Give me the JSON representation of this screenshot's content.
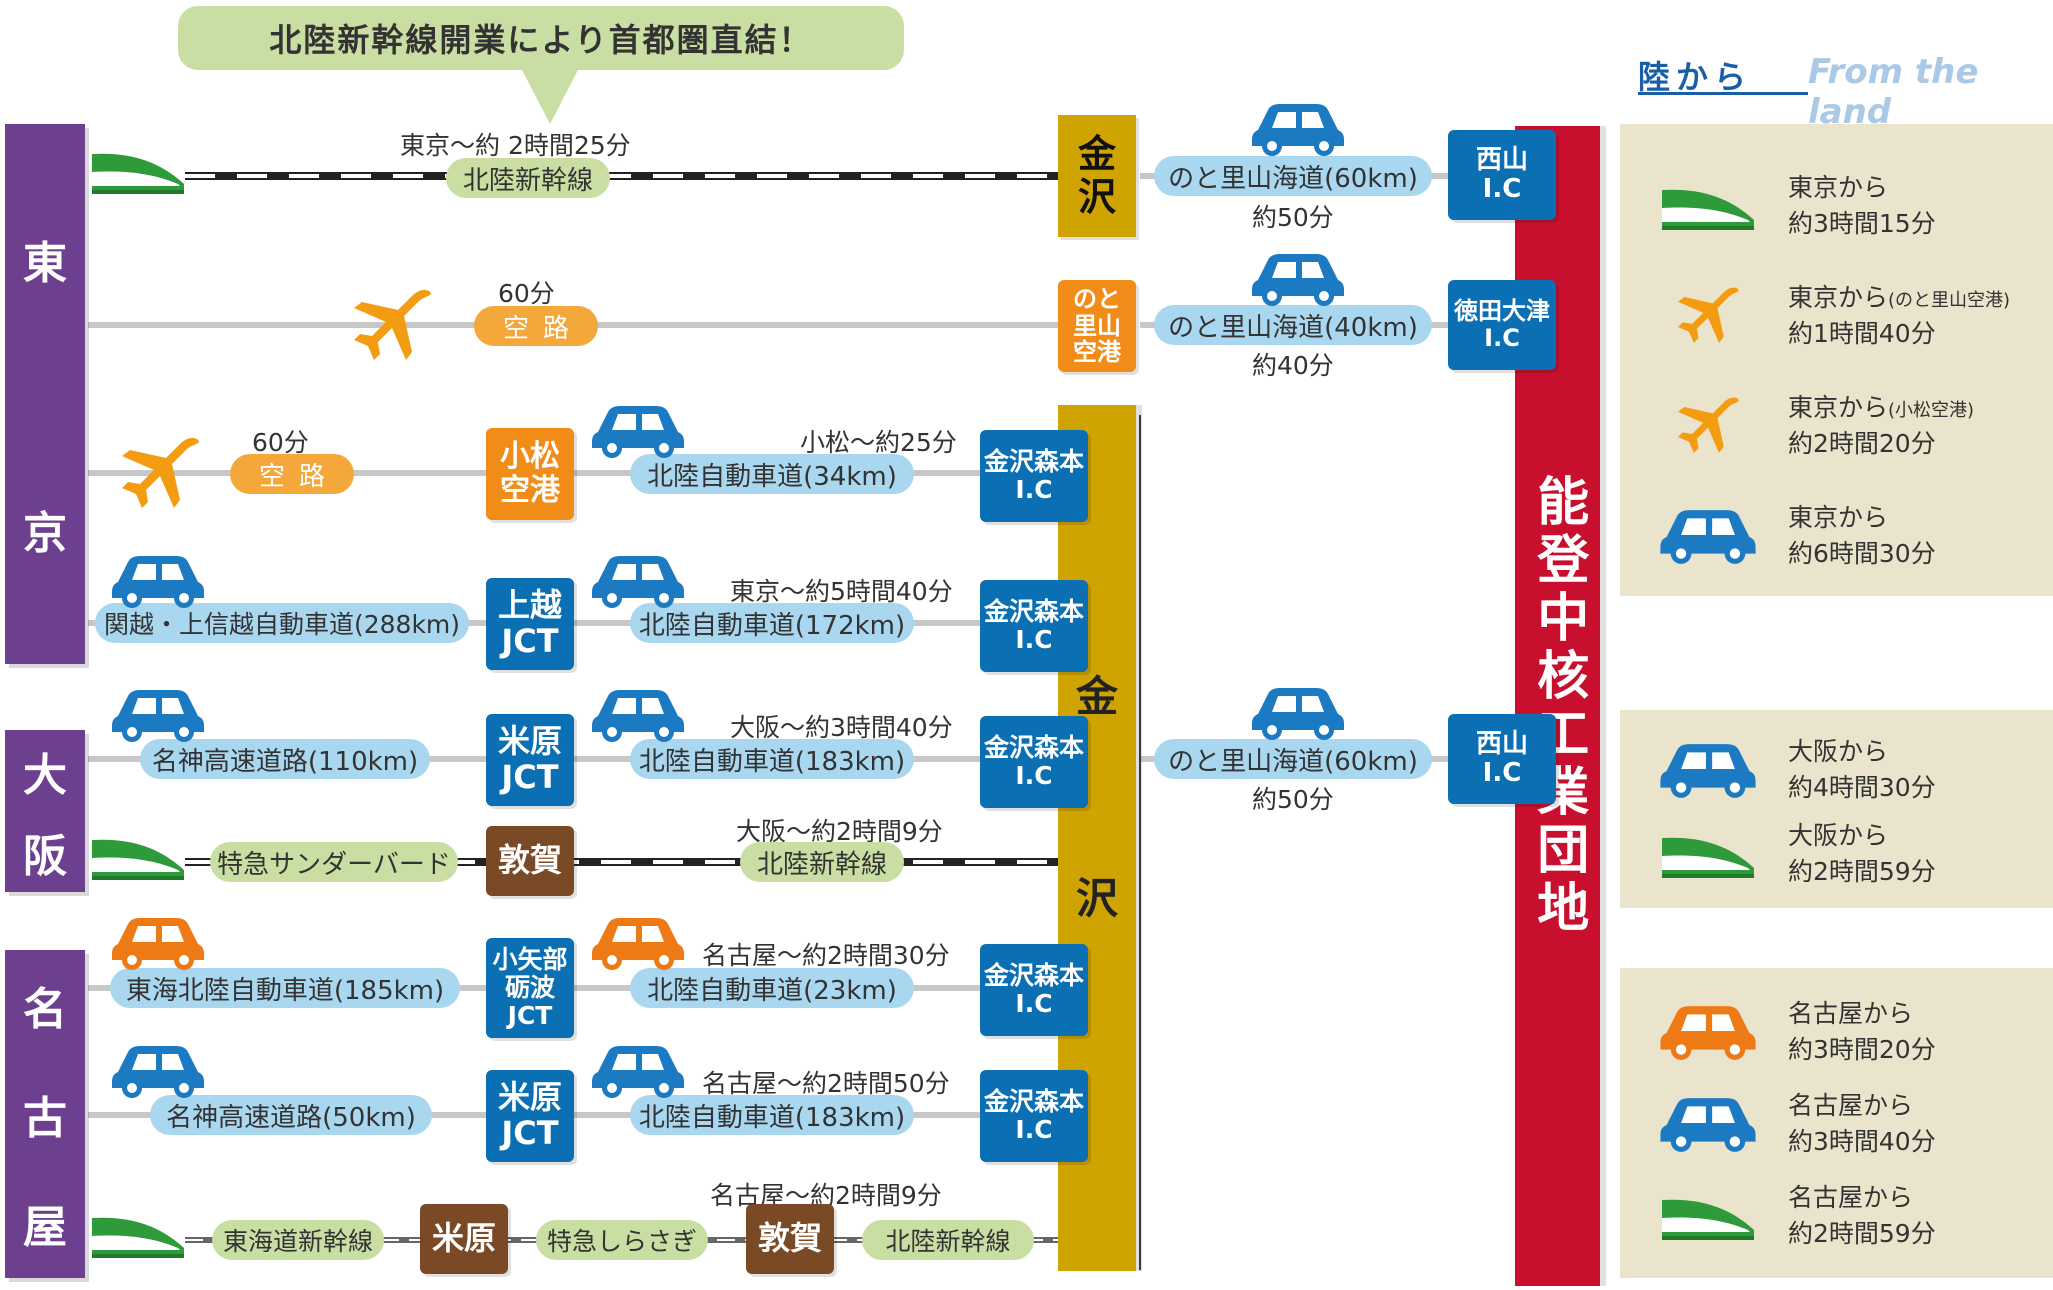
{
  "callout": "北陸新幹線開業により首都圏直結！",
  "cities": {
    "tokyo": [
      "東",
      "京"
    ],
    "osaka": [
      "大",
      "阪"
    ],
    "nagoya": [
      "名",
      "古",
      "屋"
    ]
  },
  "kanazawa_station": [
    "金",
    "沢"
  ],
  "noto_airport": [
    "のと",
    "里山",
    "空港"
  ],
  "kanazawa_bar": [
    "金",
    "沢"
  ],
  "noto": "能登中核工業団地",
  "routes": {
    "r1": {
      "time": "東京～約 2時間25分",
      "pill": "北陸新幹線"
    },
    "r2": {
      "time": "60分",
      "pill": "空路"
    },
    "r3": {
      "time": "60分",
      "pill": "空路",
      "hub": [
        "小松",
        "空港"
      ],
      "time2": "小松～約25分",
      "pill2": "北陸自動車道(34km)"
    },
    "r4": {
      "pill": "関越・上信越自動車道(288km)",
      "hub": [
        "上越",
        "JCT"
      ],
      "time2": "東京～約5時間40分",
      "pill2": "北陸自動車道(172km)"
    },
    "r5": {
      "pill": "名神高速道路(110km)",
      "hub": [
        "米原",
        "JCT"
      ],
      "time2": "大阪～約3時間40分",
      "pill2": "北陸自動車道(183km)"
    },
    "r6": {
      "pill": "特急サンダーバード",
      "hub": "敦賀",
      "time2": "大阪～約2時間9分",
      "pill2": "北陸新幹線"
    },
    "r7": {
      "pill": "東海北陸自動車道(185km)",
      "hub": [
        "小矢部",
        "砺波",
        "JCT"
      ],
      "time2": "名古屋～約2時間30分",
      "pill2": "北陸自動車道(23km)"
    },
    "r8": {
      "pill": "名神高速道路(50km)",
      "hub": [
        "米原",
        "JCT"
      ],
      "time2": "名古屋～約2時間50分",
      "pill2": "北陸自動車道(183km)"
    },
    "r9": {
      "pill": "東海道新幹線",
      "hub": "米原",
      "pill2": "特急しらさぎ",
      "time2": "名古屋～約2時間9分",
      "hub2": "敦賀",
      "pill3": "北陸新幹線"
    }
  },
  "morimoto_ic": [
    "金沢森本",
    "I.C"
  ],
  "final": {
    "f1": {
      "pill": "のと里山海道(60km)",
      "time": "約50分",
      "ic": [
        "西山",
        "I.C"
      ]
    },
    "f2": {
      "pill": "のと里山海道(40km)",
      "time": "約40分",
      "ic": [
        "徳田大津",
        "I.C"
      ]
    },
    "f3": {
      "pill": "のと里山海道(60km)",
      "time": "約50分",
      "ic": [
        "西山",
        "I.C"
      ]
    }
  },
  "legend": {
    "title_jp": "陸から",
    "title_en": "From the land",
    "tokyo": [
      {
        "icon": "train",
        "from": "東京から",
        "note": "",
        "time": "約3時間15分"
      },
      {
        "icon": "plane",
        "from": "東京から",
        "note": "(のと里山空港)",
        "time": "約1時間40分"
      },
      {
        "icon": "plane",
        "from": "東京から",
        "note": "(小松空港)",
        "time": "約2時間20分"
      },
      {
        "icon": "car-blue",
        "from": "東京から",
        "note": "",
        "time": "約6時間30分"
      }
    ],
    "osaka": [
      {
        "icon": "car-blue",
        "from": "大阪から",
        "note": "",
        "time": "約4時間30分"
      },
      {
        "icon": "train",
        "from": "大阪から",
        "note": "",
        "time": "約2時間59分"
      }
    ],
    "nagoya": [
      {
        "icon": "car-orange",
        "from": "名古屋から",
        "note": "",
        "time": "約3時間20分"
      },
      {
        "icon": "car-blue",
        "from": "名古屋から",
        "note": "",
        "time": "約3時間40分"
      },
      {
        "icon": "train",
        "from": "名古屋から",
        "note": "",
        "time": "約2時間59分"
      }
    ]
  },
  "colors": {
    "city": "#6d3f8f",
    "ic_blue": "#0b6fb3",
    "hub_orange": "#f08c17",
    "hub_brown": "#7a4a26",
    "kanazawa_gold": "#cfa300",
    "noto_red": "#c8102e",
    "car_blue": "#1c7ac2",
    "car_orange": "#ee7a16",
    "plane_orange": "#f39c12",
    "train_green": "#2f9a3a"
  }
}
